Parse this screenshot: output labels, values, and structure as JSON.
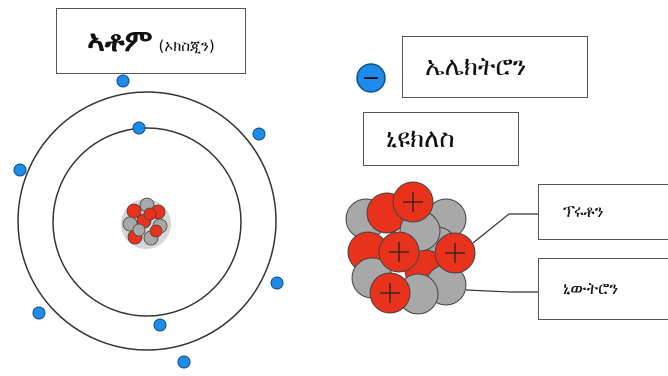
{
  "title": {
    "main": "ኣቶም",
    "sub": "(ኦክስጂን)"
  },
  "labels": {
    "electron": "ኤሌክትሮን",
    "electron_symbol": "−",
    "nucleus": "ኒዩክለስ",
    "proton": "ፕሩቶን",
    "neutron": "ኒውትሮን",
    "proton_symbol": "+"
  },
  "colors": {
    "electron": "#1e8be8",
    "proton": "#e8321c",
    "neutron": "#a8a8a8",
    "orbit": "#333333"
  },
  "atom": {
    "element": "Oxygen",
    "inner_shell_electrons": 2,
    "outer_shell_electrons": 6
  }
}
